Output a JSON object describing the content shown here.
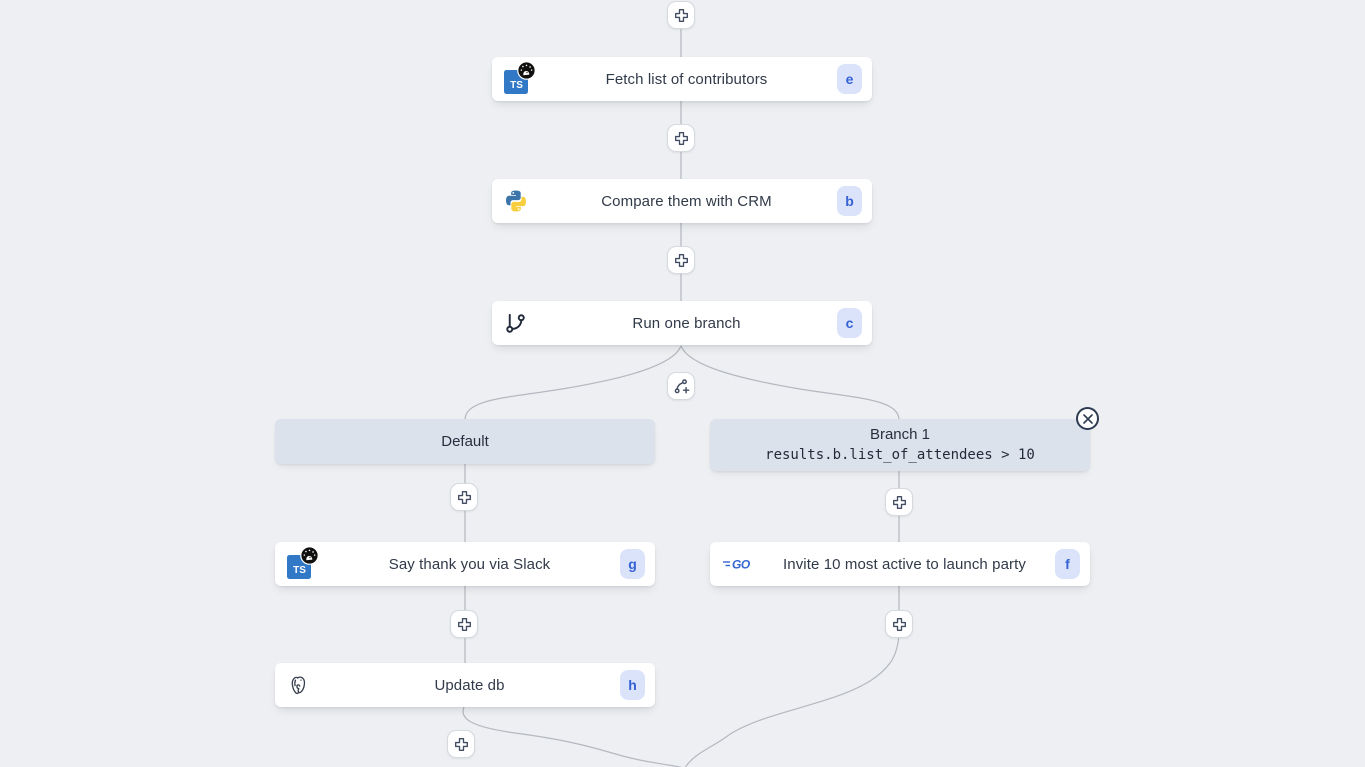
{
  "app": {
    "name": "workflow-editor-canvas"
  },
  "colors": {
    "canvas_bg": "#edeff2",
    "edge": "#b4b8bf",
    "node_bg": "#ffffff",
    "node_text": "#313a49",
    "badge_bg": "#dbe3fa",
    "badge_text": "#3562d4",
    "branch_header_bg": "#dbe2ec",
    "typescript_blue": "#3178c6",
    "python_blue": "#3a74a9",
    "python_yellow": "#f7cf3e",
    "go_blue": "#3667d0"
  },
  "steps": {
    "fetch": {
      "title": "Fetch list of contributors",
      "badge": "e",
      "icon": "typescript-deno"
    },
    "compare": {
      "title": "Compare them with CRM",
      "badge": "b",
      "icon": "python"
    },
    "branch": {
      "title": "Run one branch",
      "badge": "c",
      "icon": "git-branch"
    },
    "slack": {
      "title": "Say thank you via Slack",
      "badge": "g",
      "icon": "typescript-deno"
    },
    "update_db": {
      "title": "Update db",
      "badge": "h",
      "icon": "postgresql"
    },
    "invite": {
      "title": "Invite 10 most active to launch party",
      "badge": "f",
      "icon": "go"
    }
  },
  "branches": {
    "default": {
      "label": "Default"
    },
    "branch1": {
      "label": "Branch 1",
      "condition": "results.b.list_of_attendees > 10"
    }
  },
  "icons": {
    "typescript": {
      "label": "TS"
    },
    "go": {
      "label": "GO"
    }
  }
}
